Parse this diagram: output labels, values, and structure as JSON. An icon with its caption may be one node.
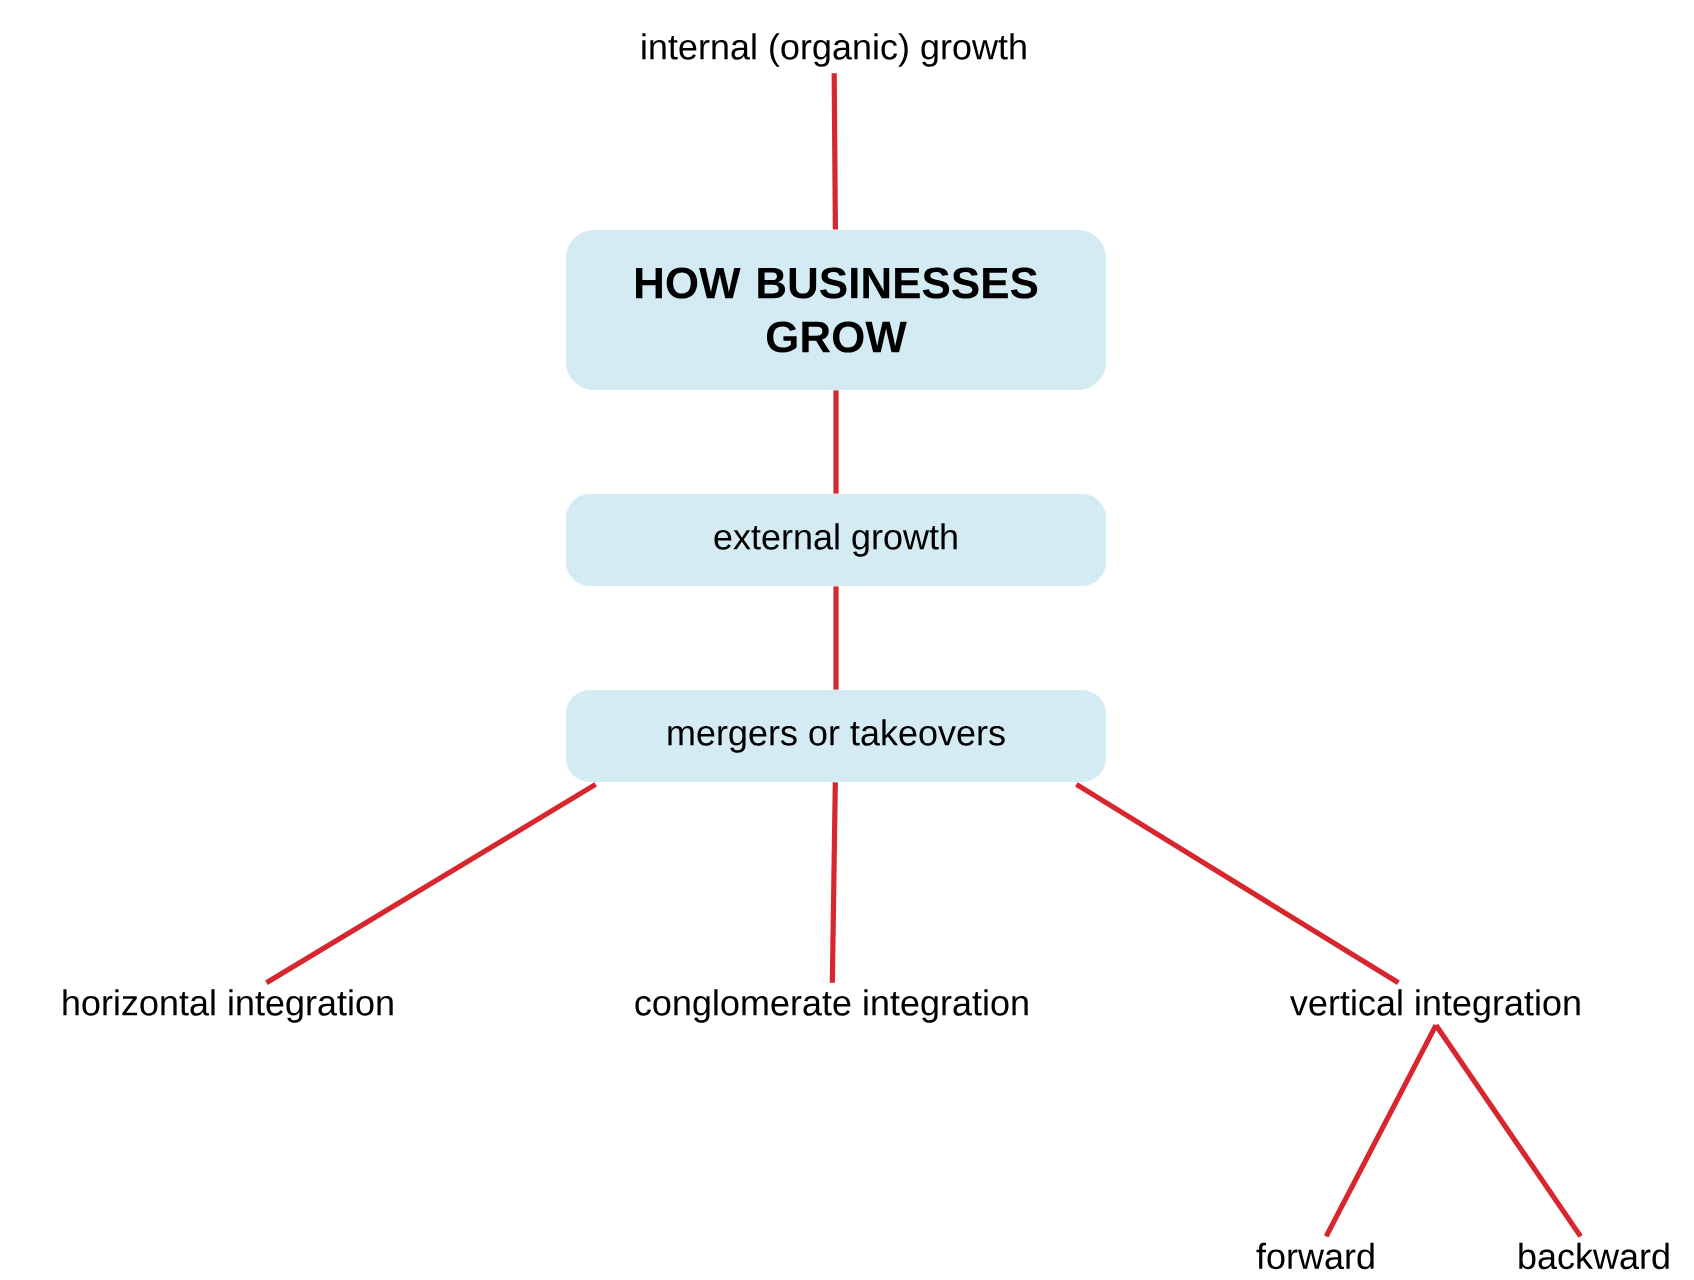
{
  "diagram": {
    "nodes": [
      {
        "text": [
          "internal (organic) growth"
        ]
      },
      {
        "text": [
          "HOW BUSINESSES GROW"
        ]
      },
      {
        "text": [
          "external growth"
        ]
      },
      {
        "text": [
          "mergers or takeovers"
        ]
      },
      {
        "text": [
          "horizontal integration"
        ]
      },
      {
        "text": [
          "conglomerate integration"
        ]
      },
      {
        "text": [
          "vertical integration"
        ]
      },
      {
        "text": [
          "forward"
        ]
      },
      {
        "text": [
          "backward"
        ]
      }
    ],
    "edges": [
      {
        "from": 0,
        "to": 1,
        "arrow": "none"
      },
      {
        "from": 1,
        "to": 2,
        "arrow": "none"
      },
      {
        "from": 2,
        "to": 3,
        "arrow": "none"
      },
      {
        "from": 3,
        "to": 4,
        "arrow": "none"
      },
      {
        "from": 3,
        "to": 5,
        "arrow": "none"
      },
      {
        "from": 3,
        "to": 6,
        "arrow": "none"
      },
      {
        "from": 6,
        "to": 7,
        "arrow": "none"
      },
      {
        "from": 6,
        "to": 8,
        "arrow": "none"
      }
    ]
  }
}
